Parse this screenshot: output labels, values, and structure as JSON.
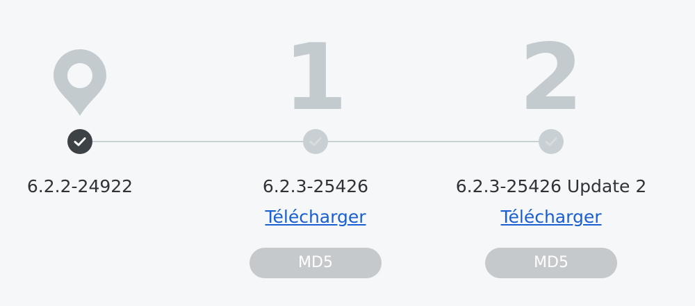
{
  "steps": [
    {
      "marker": "location-pin",
      "version": "6.2.2-24922",
      "status": "installed"
    },
    {
      "marker": "1",
      "version": "6.2.3-25426",
      "download_label": "Télécharger",
      "md5_label": "MD5",
      "status": "pending"
    },
    {
      "marker": "2",
      "version": "6.2.3-25426 Update 2",
      "download_label": "Télécharger",
      "md5_label": "MD5",
      "status": "pending"
    }
  ],
  "colors": {
    "background": "#f5f7f9",
    "marker": "#c4cbcf",
    "done_dot": "#3d4247",
    "pending_dot": "#c9d0d4",
    "link": "#1a5ed3",
    "md5_button": "#c6c9cb"
  }
}
